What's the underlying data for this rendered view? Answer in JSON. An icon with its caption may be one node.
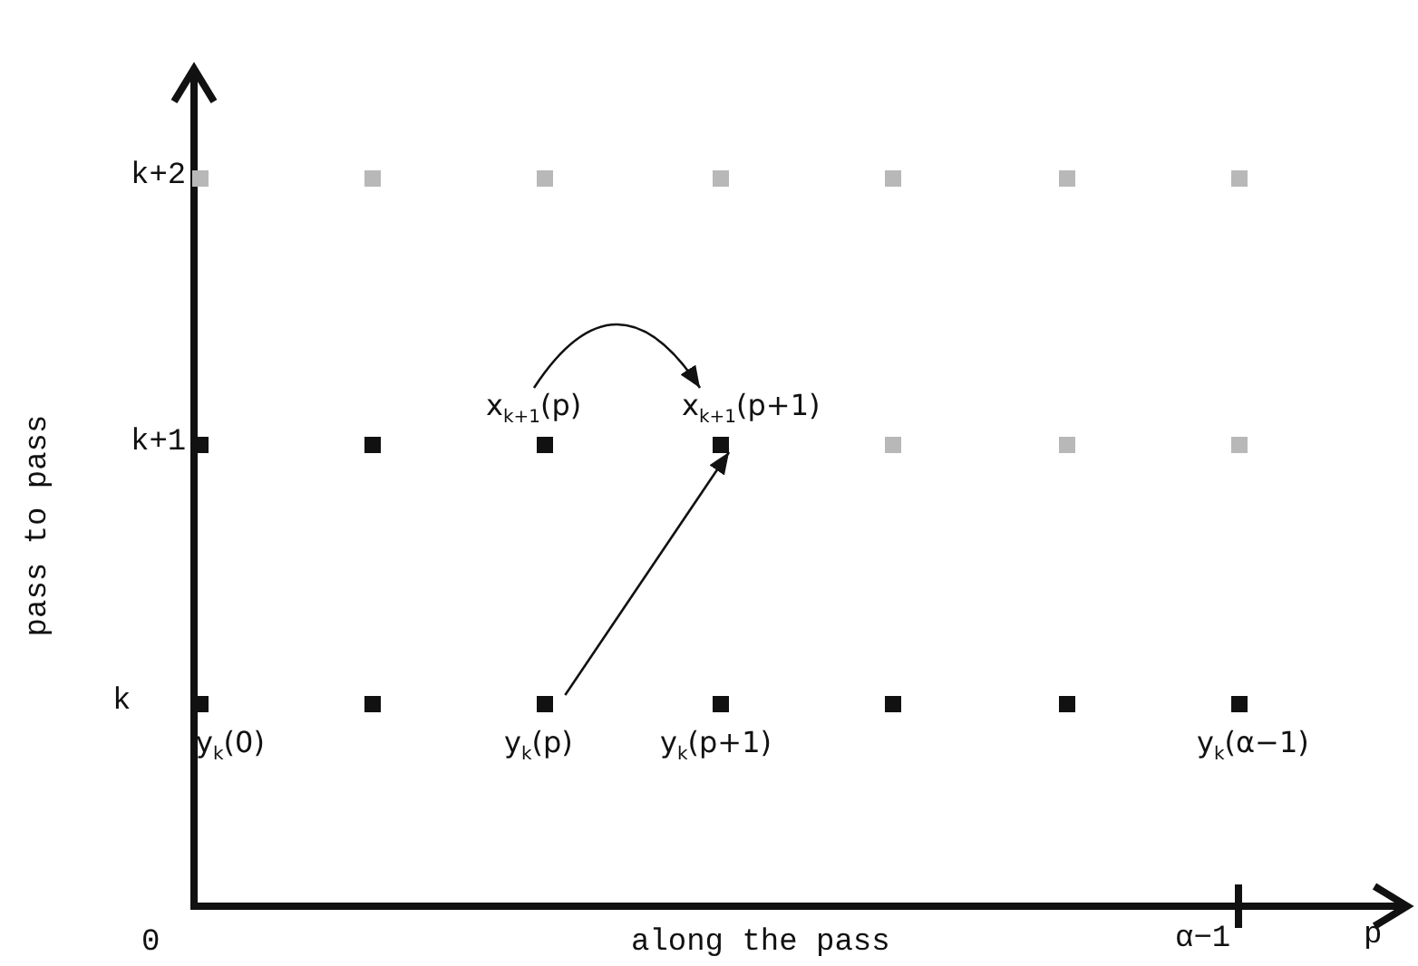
{
  "diagram": {
    "nodes": [
      {
        "text": [],
        "shape": "box"
      },
      {
        "text": [],
        "shape": "box"
      },
      {
        "text": [],
        "shape": "box"
      },
      {
        "text": [],
        "shape": "box"
      },
      {
        "text": [],
        "shape": "box"
      },
      {
        "text": [],
        "shape": "box"
      },
      {
        "text": [],
        "shape": "box"
      },
      {
        "text": [],
        "shape": "box"
      },
      {
        "text": [],
        "shape": "box"
      },
      {
        "text": [],
        "shape": "box",
        "beside": [
          "x$_{k+1}$(p)"
        ]
      },
      {
        "text": [],
        "shape": "box",
        "beside": [
          "x$_{k+1}$(p+1)"
        ]
      },
      {
        "text": [],
        "shape": "box"
      },
      {
        "text": [],
        "shape": "box"
      },
      {
        "text": [],
        "shape": "box"
      },
      {
        "text": [],
        "shape": "box",
        "beside": [
          "y$_{k}$(0)"
        ]
      },
      {
        "text": [],
        "shape": "box"
      },
      {
        "text": [],
        "shape": "box",
        "beside": [
          "y$_{k}$(p)"
        ]
      },
      {
        "text": [],
        "shape": "box",
        "beside": [
          "y$_{k}$(p+1)"
        ]
      },
      {
        "text": [],
        "shape": "box"
      },
      {
        "text": [],
        "shape": "box"
      },
      {
        "text": [],
        "shape": "box",
        "beside": [
          "y$_{k}$(α−1)"
        ]
      }
    ],
    "edges": [
      {
        "from": 9,
        "to": 10,
        "arrow": "to"
      },
      {
        "from": 16,
        "to": 10,
        "arrow": "to"
      }
    ],
    "labels": [
      "k+2",
      "k+1",
      "pass to pass",
      "k",
      "0",
      "along the pass",
      "α−1",
      "p"
    ]
  }
}
